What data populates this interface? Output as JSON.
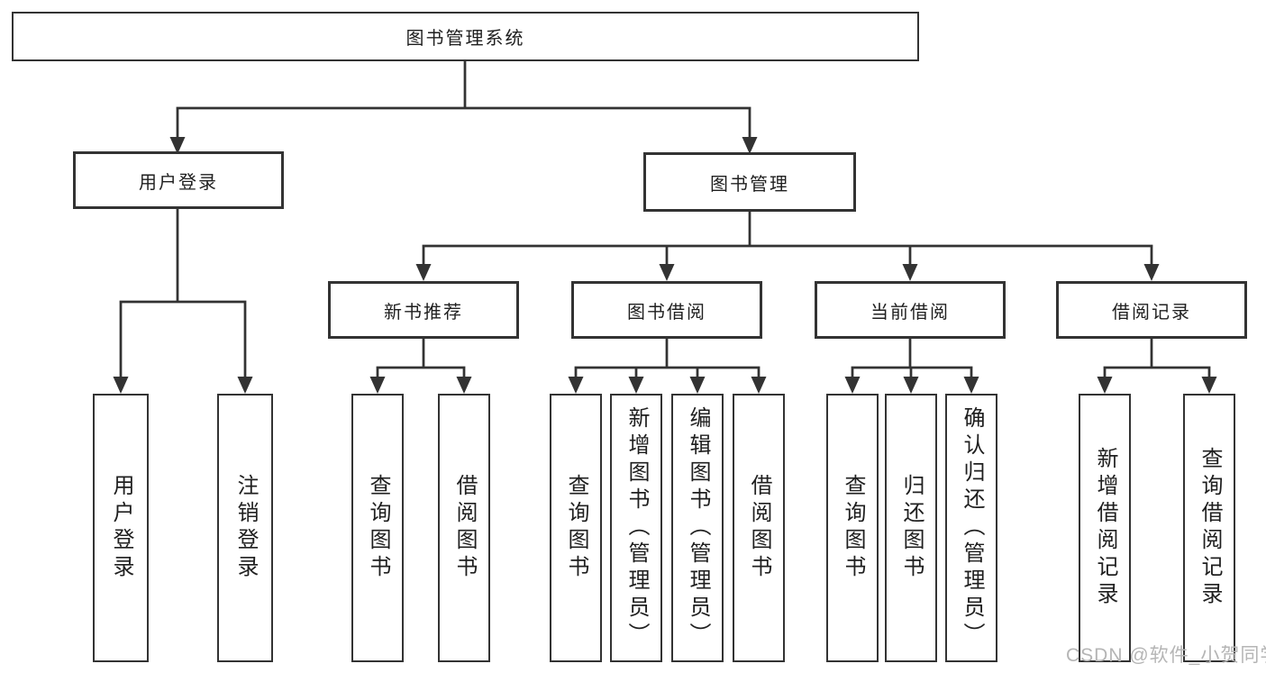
{
  "diagram": {
    "root": {
      "label": "图书管理系统"
    },
    "level2": [
      {
        "label": "用户登录",
        "parent": "图书管理系统"
      },
      {
        "label": "图书管理",
        "parent": "图书管理系统"
      }
    ],
    "level3": [
      {
        "label": "新书推荐",
        "parent": "图书管理"
      },
      {
        "label": "图书借阅",
        "parent": "图书管理"
      },
      {
        "label": "当前借阅",
        "parent": "图书管理"
      },
      {
        "label": "借阅记录",
        "parent": "图书管理"
      }
    ],
    "leaves": [
      {
        "label": "用户登录",
        "parent": "用户登录"
      },
      {
        "label": "注销登录",
        "parent": "用户登录"
      },
      {
        "label": "查询图书",
        "parent": "新书推荐"
      },
      {
        "label": "借阅图书",
        "parent": "新书推荐"
      },
      {
        "label": "查询图书",
        "parent": "图书借阅"
      },
      {
        "label": "新增图书（管理员）",
        "parent": "图书借阅"
      },
      {
        "label": "编辑图书（管理员）",
        "parent": "图书借阅"
      },
      {
        "label": "借阅图书",
        "parent": "图书借阅"
      },
      {
        "label": "查询图书",
        "parent": "当前借阅"
      },
      {
        "label": "归还图书",
        "parent": "当前借阅"
      },
      {
        "label": "确认归还（管理员）",
        "parent": "当前借阅"
      },
      {
        "label": "新增借阅记录",
        "parent": "借阅记录"
      },
      {
        "label": "查询借阅记录",
        "parent": "借阅记录"
      }
    ],
    "colors": {
      "line": "#333333",
      "box_border": "#333333",
      "text": "#1f1f1f",
      "background": "#ffffff",
      "watermark": "#b5b5b5"
    }
  },
  "watermark": {
    "text": "CSDN @软件_小贺同学"
  }
}
